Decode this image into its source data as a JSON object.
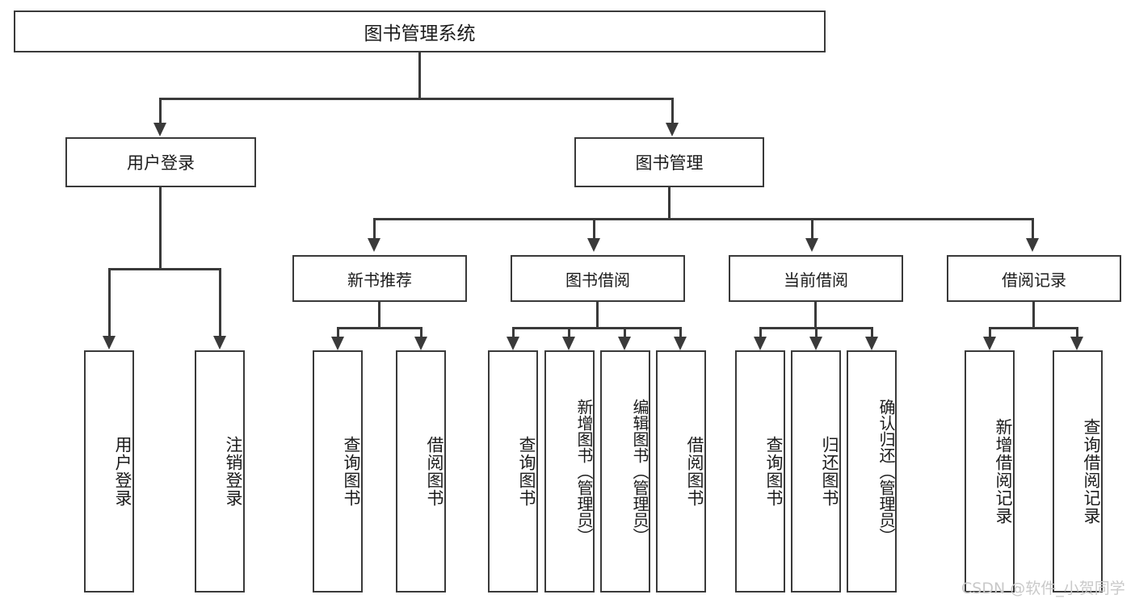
{
  "diagram": {
    "title": "图书管理系统",
    "type": "hierarchy-tree",
    "watermark": "CSDN @软件_小贺同学",
    "colors": {
      "border": "#3a3a3a",
      "background": "#ffffff",
      "text": "#1b1b1b",
      "watermark": "#c9c9c9"
    },
    "root": {
      "label": "图书管理系统"
    },
    "level1": [
      {
        "label": "用户登录"
      },
      {
        "label": "图书管理"
      }
    ],
    "level2": [
      {
        "label": "新书推荐"
      },
      {
        "label": "图书借阅"
      },
      {
        "label": "当前借阅"
      },
      {
        "label": "借阅记录"
      }
    ],
    "leaves": {
      "user_login": [
        {
          "label": "用户登录"
        },
        {
          "label": "注销登录"
        }
      ],
      "new_book_recommend": [
        {
          "label": "查询图书"
        },
        {
          "label": "借阅图书"
        }
      ],
      "book_borrow": [
        {
          "label": "查询图书"
        },
        {
          "label": "新增图书（管理员）"
        },
        {
          "label": "编辑图书（管理员）"
        },
        {
          "label": "借阅图书"
        }
      ],
      "current_borrow": [
        {
          "label": "查询图书"
        },
        {
          "label": "归还图书"
        },
        {
          "label": "确认归还（管理员）"
        }
      ],
      "borrow_record": [
        {
          "label": "新增借阅记录"
        },
        {
          "label": "查询借阅记录"
        }
      ]
    }
  }
}
